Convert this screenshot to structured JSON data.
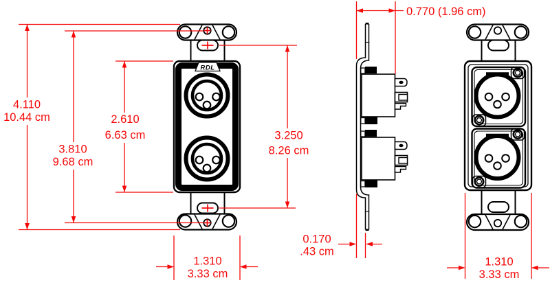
{
  "brand_label": "RDL",
  "colors": {
    "dimension_red": "#f40808",
    "line_art": "#000000",
    "background": "#ffffff"
  },
  "dimensions": {
    "overall_height": {
      "inches": "4.110",
      "cm": "10.44 cm"
    },
    "mounting_screw_spacing": {
      "inches": "3.810",
      "cm": "9.68 cm"
    },
    "insert_height": {
      "inches": "2.610",
      "cm": "6.63 cm"
    },
    "slot_spacing": {
      "inches": "3.250",
      "cm": "8.26 cm"
    },
    "depth": {
      "combined": "0.770 (1.96 cm)"
    },
    "plate_thickness": {
      "inches": "0.170",
      "cm": ".43 cm"
    },
    "front_width": {
      "inches": "1.310",
      "cm": "3.33 cm"
    },
    "rear_width": {
      "inches": "1.310",
      "cm": "3.33 cm"
    }
  }
}
